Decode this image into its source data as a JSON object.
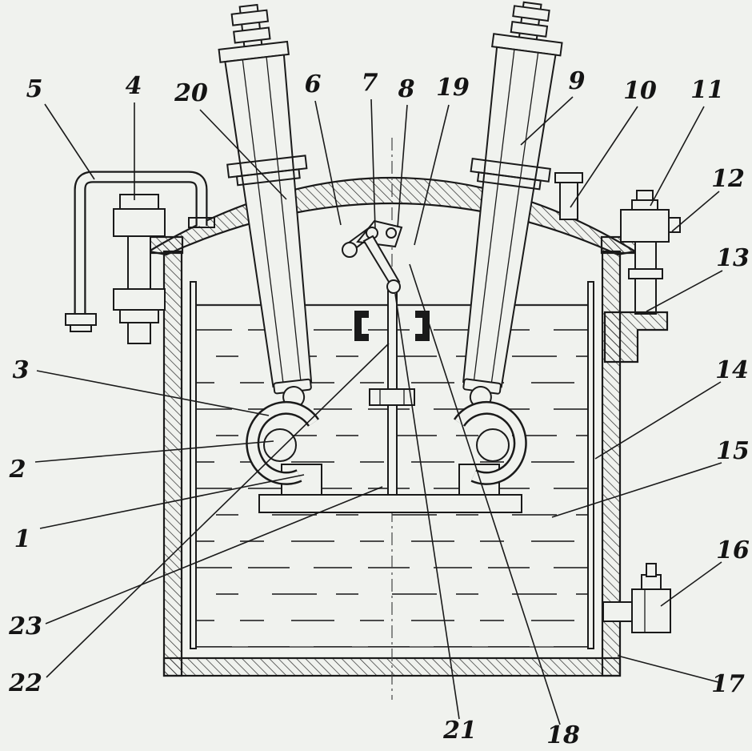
{
  "figure": {
    "callouts": [
      "1",
      "2",
      "3",
      "4",
      "5",
      "6",
      "7",
      "8",
      "9",
      "10",
      "11",
      "12",
      "13",
      "14",
      "15",
      "16",
      "17",
      "18",
      "19",
      "20",
      "21",
      "22",
      "23"
    ]
  },
  "colors": {
    "background": "#f0f2ee",
    "line": "#1a1a1a"
  }
}
